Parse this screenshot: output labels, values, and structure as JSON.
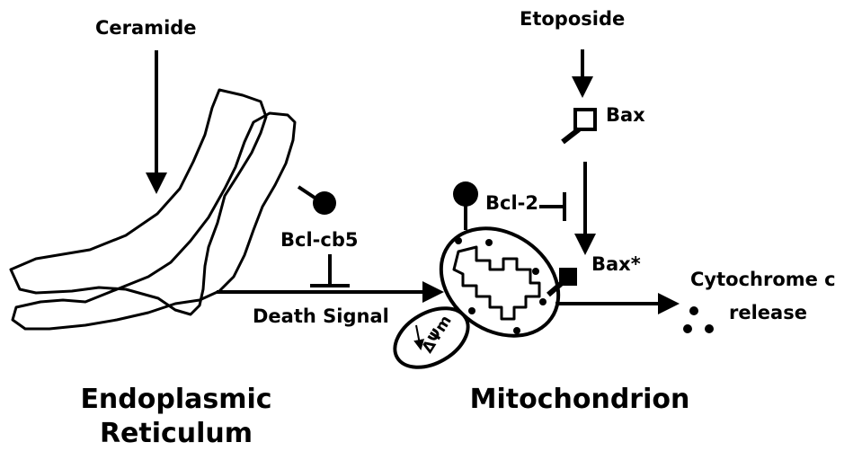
{
  "labels": {
    "ceramide": "Ceramide",
    "etoposide": "Etoposide",
    "bax": "Bax",
    "bax_active": "Bax*",
    "bcl2": "Bcl-2",
    "bcl_cb5": "Bcl-cb5",
    "death_signal": "Death Signal",
    "cytochrome_line1": "Cytochrome c",
    "cytochrome_line2": "release",
    "er_line1": "Endoplasmic",
    "er_line2": "Reticulum",
    "mitochondrion": "Mitochondrion",
    "membrane_potential": "ΔΨm"
  },
  "colors": {
    "ink": "#000000",
    "background": "#ffffff"
  }
}
